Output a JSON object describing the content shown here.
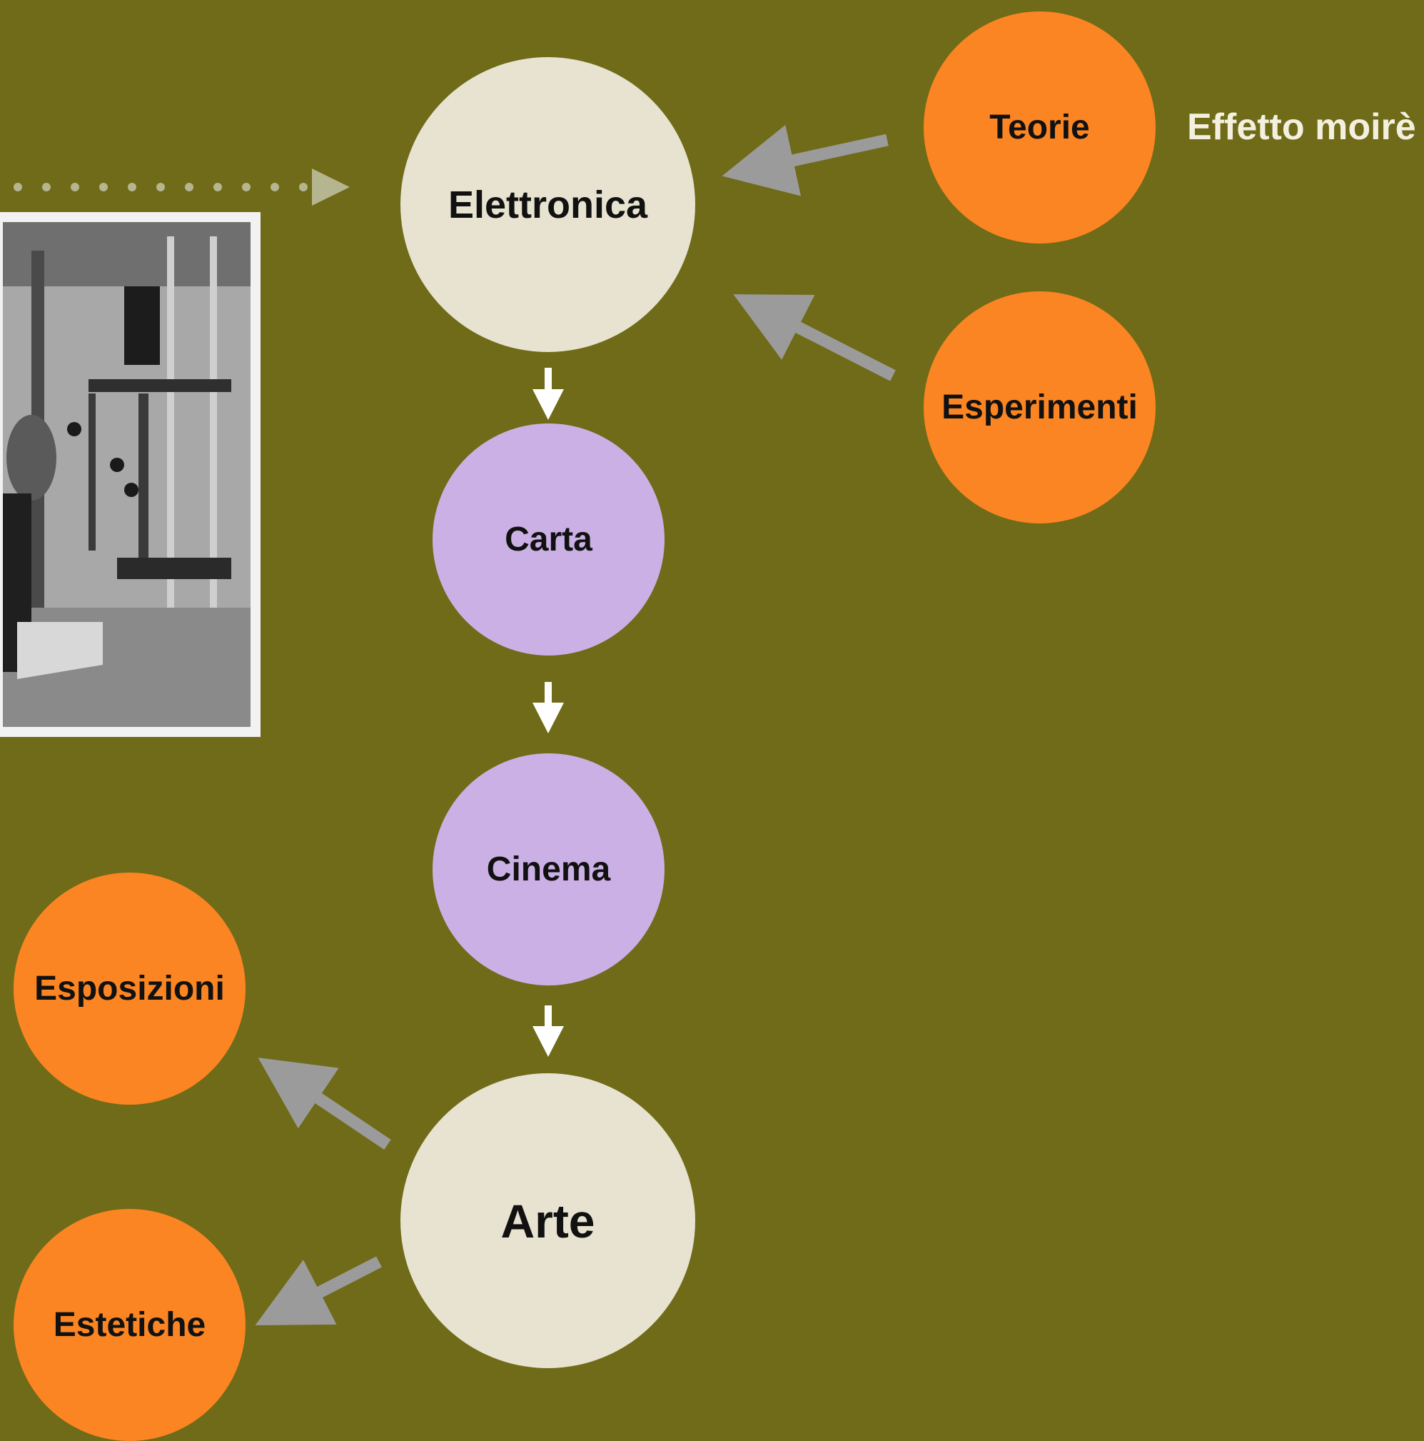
{
  "nodes": {
    "elettronica": "Elettronica",
    "carta": "Carta",
    "cinema": "Cinema",
    "arte": "Arte",
    "teorie": "Teorie",
    "esperimenti": "Esperimenti",
    "esposizioni": "Esposizioni",
    "estetiche": "Estetiche"
  },
  "labels": {
    "effetto_moire": "Effetto moirè"
  },
  "colors": {
    "background": "#6f6b18",
    "main_node": "#e8e3d0",
    "purple_node": "#cbb0e6",
    "orange_node": "#fb8522",
    "gray_arrow": "#9b9b9b",
    "white_arrow": "#ffffff",
    "dotted_arrow": "#b5b590"
  },
  "photo": {
    "description_icon": "photo-icon"
  }
}
